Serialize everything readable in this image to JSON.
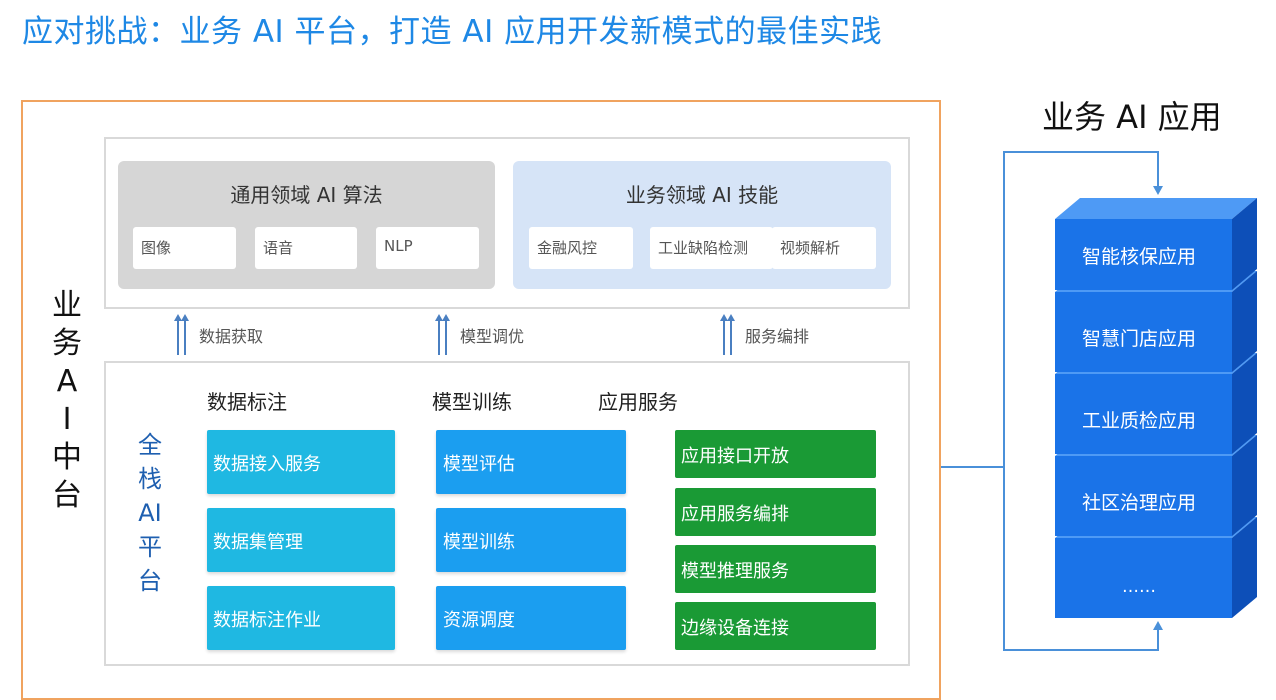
{
  "title": "应对挑战：业务 AI 平台，打造 AI 应用开发新模式的最佳实践",
  "side_label_chars": [
    "业",
    "务",
    "A",
    "I",
    "中",
    "台"
  ],
  "general_ai": {
    "title": "通用领域 AI 算法",
    "items": [
      "图像",
      "语音",
      "NLP"
    ]
  },
  "business_ai": {
    "title": "业务领域 AI 技能",
    "items": [
      "金融风控",
      "工业缺陷检测",
      "视频解析"
    ]
  },
  "flows": [
    "数据获取",
    "模型调优",
    "服务编排"
  ],
  "fullstack_chars": [
    "全",
    "栈",
    "AI",
    "平",
    "台"
  ],
  "columns": {
    "data_labeling": {
      "header": "数据标注",
      "items": [
        "数据接入服务",
        "数据集管理",
        "数据标注作业"
      ]
    },
    "model_training": {
      "header": "模型训练",
      "items": [
        "模型评估",
        "模型训练",
        "资源调度"
      ]
    },
    "app_service": {
      "header": "应用服务",
      "items": [
        "应用接口开放",
        "应用服务编排",
        "模型推理服务",
        "边缘设备连接"
      ]
    }
  },
  "business_apps": {
    "title": "业务 AI 应用",
    "items": [
      "智能核保应用",
      "智慧门店应用",
      "工业质检应用",
      "社区治理应用",
      "……"
    ]
  },
  "colors": {
    "title": "#1e88e5",
    "outer_border": "#f0a35f",
    "data_box": "#1fb8e2",
    "model_box": "#1b9ef0",
    "service_box": "#1a9a35",
    "cube_front": "#1a73e8",
    "connector": "#4a90d9"
  },
  "icons": [
    "double-up-arrow-icon"
  ]
}
